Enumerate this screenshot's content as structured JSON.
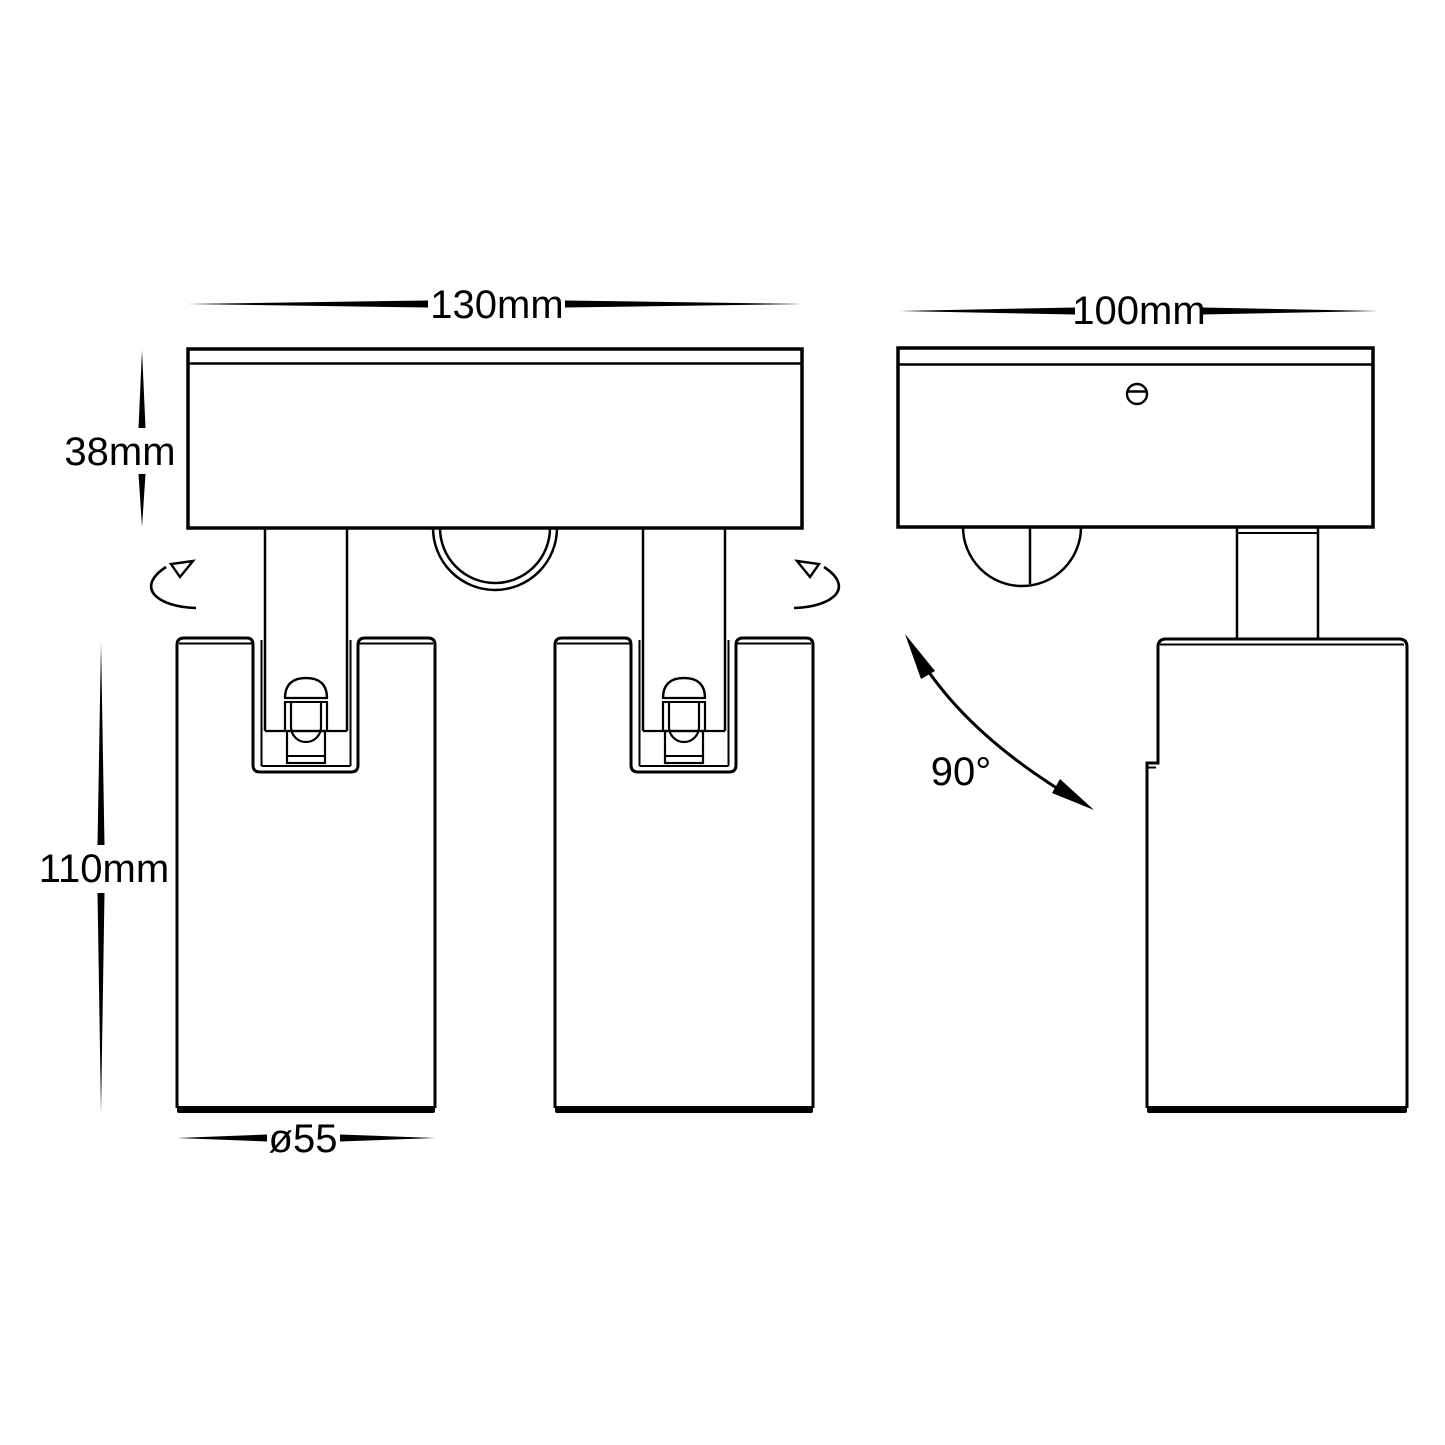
{
  "drawing": {
    "type": "technical-dimension-diagram",
    "subject": "double adjustable spotlight light fixture, front and side orthographic views",
    "colors": {
      "line": "#000000",
      "background": "#ffffff"
    },
    "front_view": {
      "labels": {
        "overall_width": "130mm",
        "canopy_height": "38mm",
        "spot_body_height": "110mm",
        "spot_body_diameter": "ø55"
      }
    },
    "side_view": {
      "labels": {
        "overall_depth": "100mm",
        "tilt_angle": "90°"
      }
    }
  }
}
